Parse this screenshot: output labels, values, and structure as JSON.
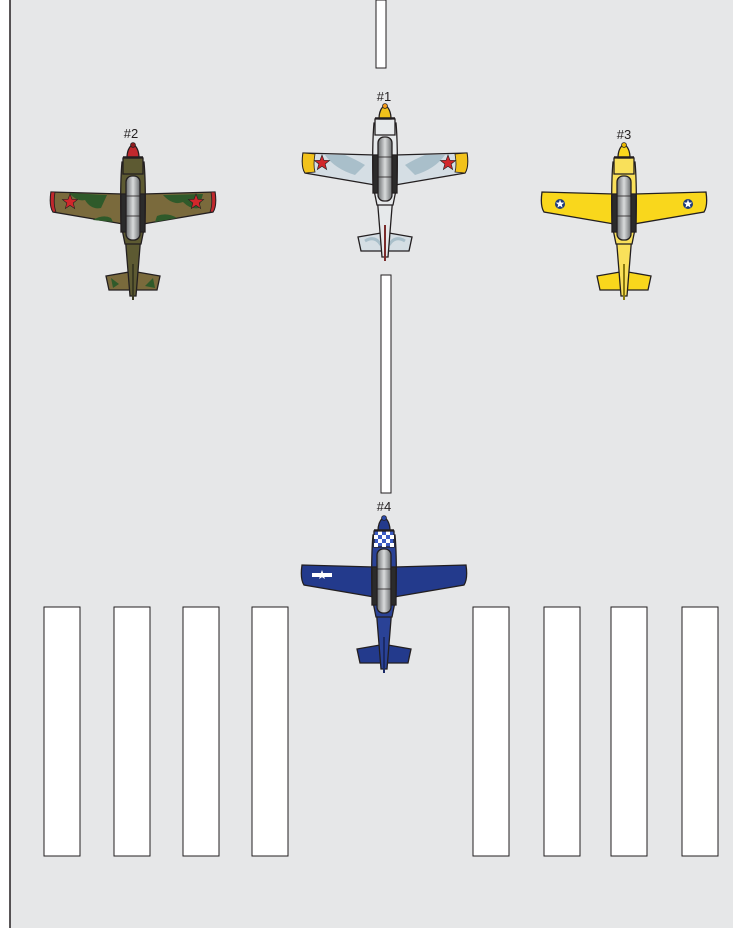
{
  "colors": {
    "tarmac": "#e6e7e8",
    "marking": "#ffffff",
    "outline": "#231f20"
  },
  "aircraft": [
    {
      "label": "#1",
      "livery": "silver-yellow-wingtips-red-stars",
      "colors": {
        "wing": "#d5dee4",
        "camo": "#a9bfca",
        "tip": "#f2c21b",
        "insignia": "#d1272b",
        "spinner": "#f2c21b",
        "spinner_tip": "#f59b1c",
        "fuselage": "#e6e9eb",
        "tail": "#d5dee4",
        "tail_accent": "#a9bfca",
        "tailcone": "#7a2b2b"
      }
    },
    {
      "label": "#2",
      "livery": "olive-camouflage-red-stars",
      "colors": {
        "wing": "#7a6a3c",
        "camo": "#2f5a2a",
        "tip": "#c0282d",
        "insignia": "#d1272b",
        "spinner": "#c0282d",
        "spinner_tip": "#8e1c1f",
        "fuselage": "#5d5a32",
        "tail": "#7a6a3c",
        "tail_accent": "#2f5a2a",
        "tailcone": "#3b3a22"
      }
    },
    {
      "label": "#3",
      "livery": "yellow-us-roundels",
      "colors": {
        "wing": "#f9d71c",
        "camo": "#f9d71c",
        "tip": "#f9d71c",
        "insignia": "#1f3a7a",
        "spinner": "#f9d71c",
        "spinner_tip": "#e8b800",
        "fuselage": "#f9e05a",
        "tail": "#f9d71c",
        "tail_accent": "#f9d71c",
        "tailcone": "#8a7a10"
      }
    },
    {
      "label": "#4",
      "livery": "navy-blue-us-star-bar",
      "colors": {
        "wing": "#233a8c",
        "camo": "#233a8c",
        "tip": "#233a8c",
        "insignia": "#ffffff",
        "spinner": "#233a8c",
        "spinner_tip": "#2b4aa8",
        "fuselage": "#2a4296",
        "tail": "#233a8c",
        "tail_accent": "#233a8c",
        "tailcone": "#1a2a66",
        "cowl_check": "#3b5bc4"
      }
    }
  ]
}
